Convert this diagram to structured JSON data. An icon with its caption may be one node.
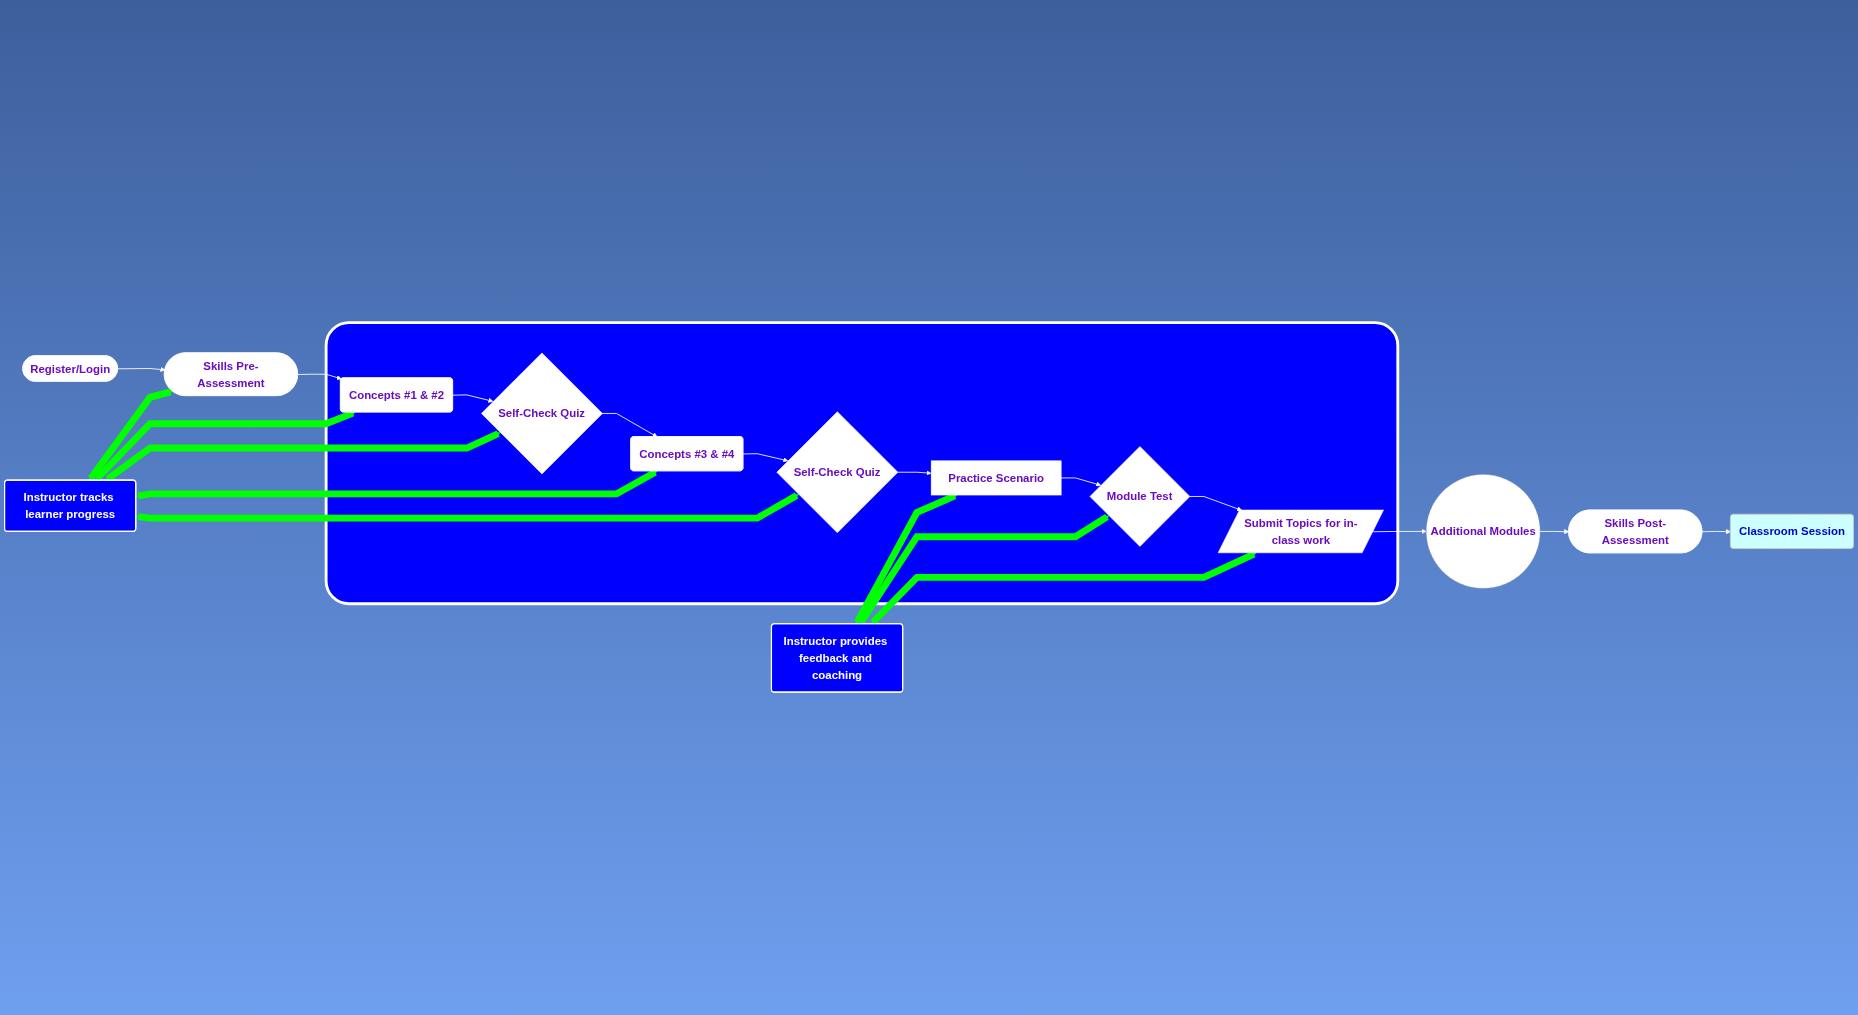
{
  "diagram": {
    "nodes": [
      {
        "text": [
          "Register/Login"
        ]
      },
      {
        "text": [
          "Skills Pre-Assessment"
        ]
      },
      {
        "text": [],
        "shape": "box"
      },
      {
        "text": [
          "Concepts #1 & #2"
        ],
        "in": 2
      },
      {
        "text": [
          "Self-Check Quiz"
        ],
        "in": 2
      },
      {
        "text": [
          "Concepts #3 & #4"
        ],
        "in": 2
      },
      {
        "text": [
          "Self-Check Quiz"
        ],
        "in": 2
      },
      {
        "text": [
          "Practice Scenario"
        ],
        "in": 2
      },
      {
        "text": [
          "Module Test"
        ],
        "in": 2
      },
      {
        "text": [
          "Submit Topics for in-class work"
        ],
        "in": 2
      },
      {
        "text": [
          "Instructor tracks learner progress"
        ]
      },
      {
        "text": [
          "Instructor provides feedback and coaching"
        ]
      },
      {
        "text": [
          "Additional Modules"
        ]
      },
      {
        "text": [
          "Skills Post-Assessment"
        ]
      },
      {
        "text": [
          "Classroom Session"
        ]
      }
    ],
    "edges": [
      {
        "from": 0,
        "to": 1,
        "arrow": "to"
      },
      {
        "from": 1,
        "to": 3,
        "arrow": "to"
      },
      {
        "from": 3,
        "to": 4,
        "arrow": "to"
      },
      {
        "from": 4,
        "to": 5,
        "arrow": "to"
      },
      {
        "from": 5,
        "to": 6,
        "arrow": "to"
      },
      {
        "from": 6,
        "to": 7,
        "arrow": "to"
      },
      {
        "from": 7,
        "to": 8,
        "arrow": "to"
      },
      {
        "from": 8,
        "to": 9,
        "arrow": "to"
      },
      {
        "from": 9,
        "to": 12,
        "arrow": "to"
      },
      {
        "from": 12,
        "to": 13,
        "arrow": "to"
      },
      {
        "from": 13,
        "to": 14,
        "arrow": "to"
      },
      {
        "from": 10,
        "to": 1,
        "arrow": "both",
        "style": "thick",
        "color": "#00ff00"
      },
      {
        "from": 10,
        "to": 3,
        "arrow": "both",
        "style": "thick",
        "color": "#00ff00"
      },
      {
        "from": 10,
        "to": 4,
        "arrow": "both",
        "style": "thick",
        "color": "#00ff00"
      },
      {
        "from": 10,
        "to": 5,
        "arrow": "both",
        "style": "thick",
        "color": "#00ff00"
      },
      {
        "from": 10,
        "to": 6,
        "arrow": "both",
        "style": "thick",
        "color": "#00ff00"
      },
      {
        "from": 11,
        "to": 7,
        "arrow": "both",
        "style": "thick",
        "color": "#00ff00"
      },
      {
        "from": 11,
        "to": 8,
        "arrow": "both",
        "style": "thick",
        "color": "#00ff00"
      },
      {
        "from": 11,
        "to": 9,
        "arrow": "both",
        "style": "thick",
        "color": "#00ff00"
      }
    ]
  }
}
